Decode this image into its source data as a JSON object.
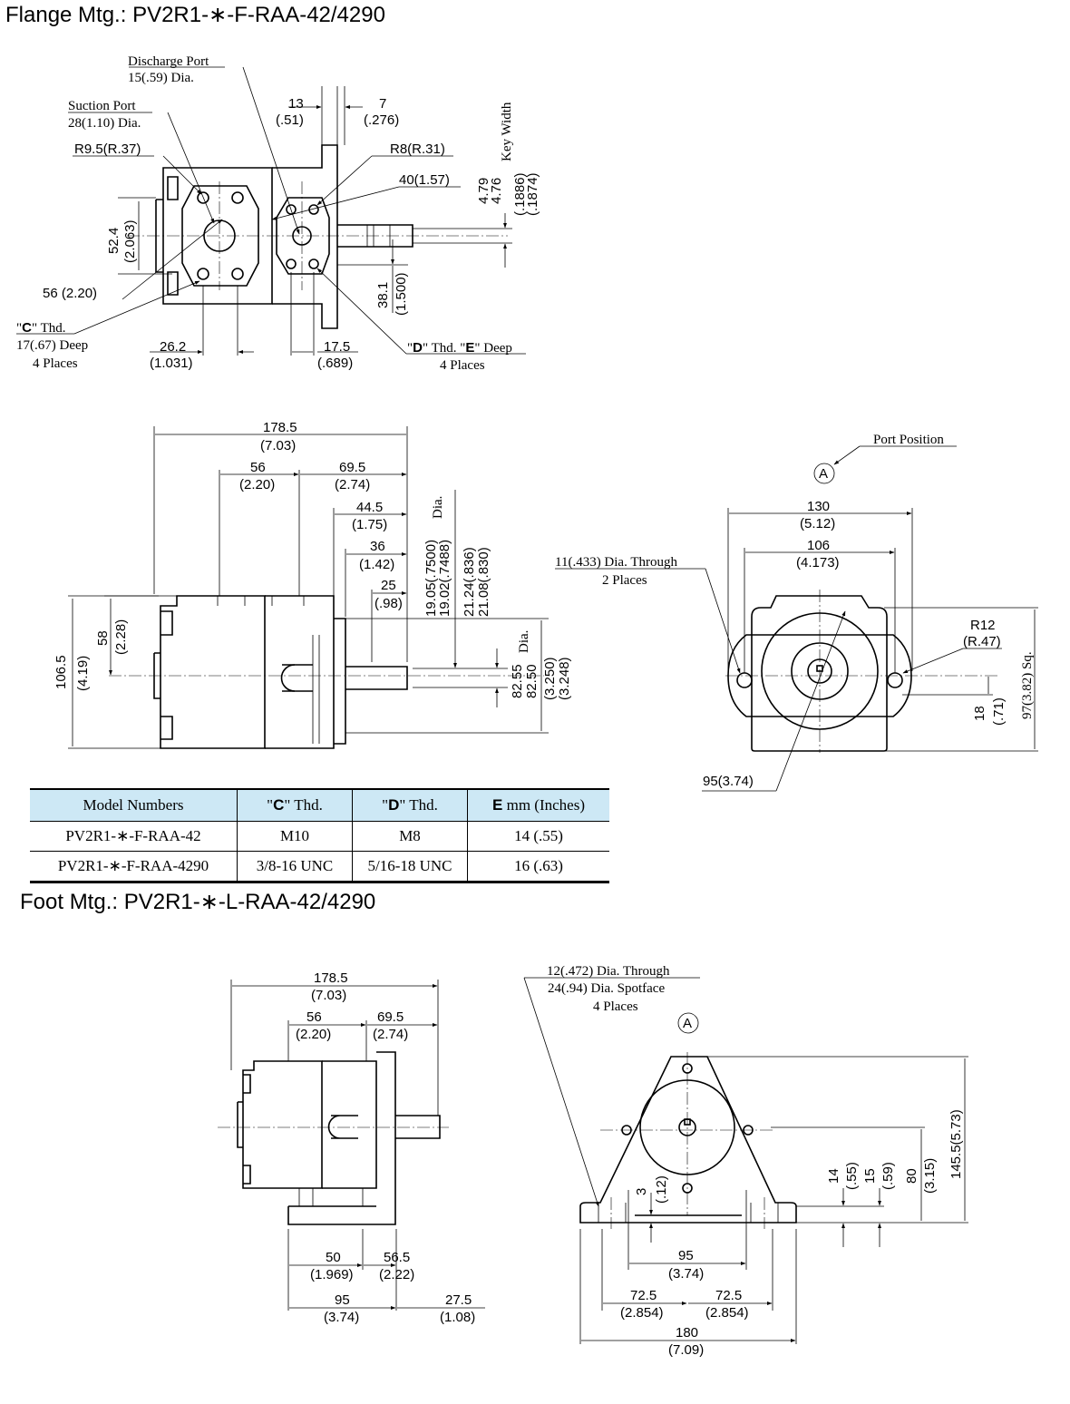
{
  "headings": {
    "flange": "Flange Mtg.: PV2R1-∗-F-RAA-42/4290",
    "foot": "Foot Mtg.: PV2R1-∗-L-RAA-42/4290"
  },
  "flange_top": {
    "discharge_port": "Discharge Port",
    "discharge_dia": "15(.59) Dia.",
    "suction_port": "Suction Port",
    "suction_dia": "28(1.10) Dia.",
    "r95": "R9.5(R.37)",
    "d13": "13",
    "d13i": "(.51)",
    "d7": "7",
    "d7i": "(.276)",
    "r8": "R8(R.31)",
    "d40": "40(1.57)",
    "key_width": "Key Width",
    "k479": "4.79",
    "k476": "4.76",
    "k1886": "(.1886)",
    "k1874": "(.1874)",
    "d524": "52.4",
    "d524i": "(2.063)",
    "d56": "56 (2.20)",
    "c_q1": "\"",
    "c_b": "C",
    "c_q2": "\" Thd.",
    "c_deep": "17(.67) Deep",
    "c_places": "4 Places",
    "d262": "26.2",
    "d262i": "(1.031)",
    "d381": "38.1",
    "d381i": "(1.500)",
    "d175": "17.5",
    "d175i": "(.689)",
    "d_q1": "\"",
    "d_b": "D",
    "d_mid": "\" Thd. \"",
    "e_b": "E",
    "d_end": "\" Deep",
    "d_places": "4 Places"
  },
  "flange_side": {
    "d1785": "178.5",
    "d1785i": "(7.03)",
    "d56": "56",
    "d56i": "(2.20)",
    "d695": "69.5",
    "d695i": "(2.74)",
    "d445": "44.5",
    "d445i": "(1.75)",
    "d36": "36",
    "d36i": "(1.42)",
    "d25": "25",
    "d25i": "(.98)",
    "shaft1": "19.05(.7500)",
    "shaft2": "19.02(.7488)",
    "dia": "Dia.",
    "s1": "21.24(.836)",
    "s2": "21.08(.830)",
    "p1": "82.55",
    "p2": "82.50",
    "p3": "(3.250)",
    "p4": "(3.248)",
    "d1065": "106.5",
    "d1065i": "(4.19)",
    "d58": "58",
    "d58i": "(2.28)"
  },
  "flange_front": {
    "port_position": "Port Position",
    "a": "A",
    "d130": "130",
    "d130i": "(5.12)",
    "d106": "106",
    "d106i": "(4.173)",
    "hole": "11(.433) Dia. Through",
    "hole_places": "2 Places",
    "r12": "R12",
    "r12i": "(R.47)",
    "d18": "18",
    "d18i": "(.71)",
    "sq": "97(3.82) Sq.",
    "d95": "95(3.74)"
  },
  "table": {
    "headers": {
      "model": "Model Numbers",
      "c_q1": "\"",
      "c_b": "C",
      "c_q2": "\" Thd.",
      "d_q1": "\"",
      "d_b": "D",
      "d_q2": "\" Thd.",
      "e_b": "E",
      "e_rest": " mm (Inches)"
    },
    "rows": [
      {
        "model": "PV2R1-∗-F-RAA-42",
        "c": "M10",
        "d": "M8",
        "e": "14 (.55)"
      },
      {
        "model": "PV2R1-∗-F-RAA-4290",
        "c": "3/8-16 UNC",
        "d": "5/16-18 UNC",
        "e": "16 (.63)"
      }
    ]
  },
  "foot_side": {
    "d1785": "178.5",
    "d1785i": "(7.03)",
    "d56": "56",
    "d56i": "(2.20)",
    "d695": "69.5",
    "d695i": "(2.74)",
    "d50": "50",
    "d50i": "(1.969)",
    "d565": "56.5",
    "d565i": "(2.22)",
    "d95": "95",
    "d95i": "(3.74)",
    "d275": "27.5",
    "d275i": "(1.08)"
  },
  "foot_front": {
    "hole1": "12(.472) Dia. Through",
    "hole2": "24(.94) Dia. Spotface",
    "hole3": "4 Places",
    "a": "A",
    "d3": "3",
    "d3i": "(.12)",
    "d14": "14",
    "d14i": "(.55)",
    "d15": "15",
    "d15i": "(.59)",
    "d80": "80",
    "d80i": "(3.15)",
    "d1455": "145.5(5.73)",
    "d95": "95",
    "d95i": "(3.74)",
    "d725a": "72.5",
    "d725ai": "(2.854)",
    "d725b": "72.5",
    "d725bi": "(2.854)",
    "d180": "180",
    "d180i": "(7.09)"
  }
}
